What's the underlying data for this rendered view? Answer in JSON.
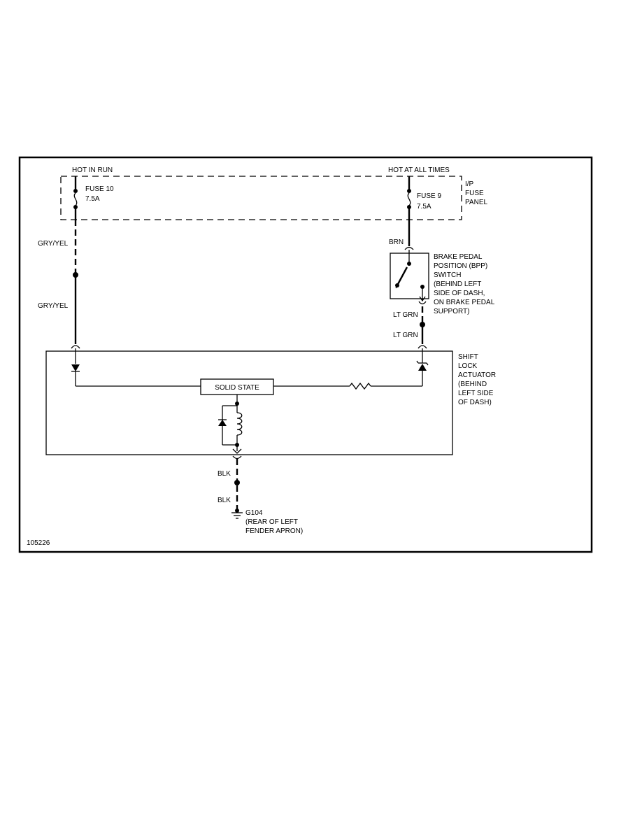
{
  "labels": {
    "hot_in_run": "HOT IN RUN",
    "hot_at_all_times": "HOT AT ALL TIMES",
    "fuse10_name": "FUSE 10",
    "fuse10_rating": "7.5A",
    "fuse9_name": "FUSE 9",
    "fuse9_rating": "7.5A",
    "ip_panel": [
      "I/P",
      "FUSE",
      "PANEL"
    ],
    "wire_gry_yel_upper": "GRY/YEL",
    "wire_gry_yel_lower": "GRY/YEL",
    "wire_brn": "BRN",
    "wire_lt_grn_upper": "LT GRN",
    "wire_lt_grn_lower": "LT GRN",
    "bpp_switch": [
      "BRAKE PEDAL",
      "POSITION (BPP)",
      "SWITCH",
      "(BEHIND LEFT",
      "SIDE OF DASH,",
      "ON BRAKE PEDAL",
      "SUPPORT)"
    ],
    "shift_lock": [
      "SHIFT",
      "LOCK",
      "ACTUATOR",
      "(BEHIND",
      "LEFT SIDE",
      "OF DASH)"
    ],
    "solid_state": "SOLID STATE",
    "wire_blk_upper": "BLK",
    "wire_blk_lower": "BLK",
    "ground": [
      "G104",
      "(REAR OF LEFT",
      "FENDER APRON)"
    ],
    "figure_id": "105226"
  }
}
